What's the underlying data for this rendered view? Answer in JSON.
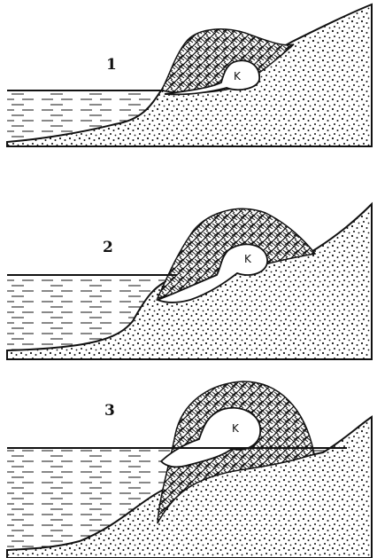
{
  "panels": [
    {
      "number": "1",
      "chamber_label": "K"
    },
    {
      "number": "2",
      "chamber_label": "K"
    },
    {
      "number": "3",
      "chamber_label": "K"
    }
  ],
  "colors": {
    "ink": "#111111",
    "background": "#ffffff"
  }
}
